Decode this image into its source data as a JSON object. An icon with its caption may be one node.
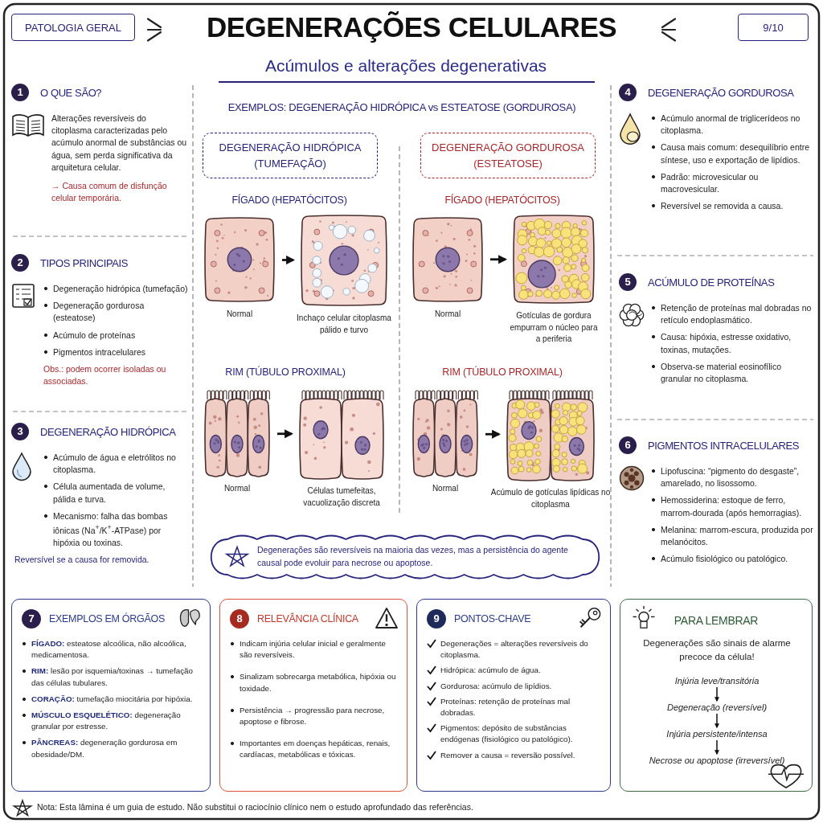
{
  "diagram": {
    "title": "DEGENERAÇÕES CELULARES",
    "nodes": [
      {
        "text": [
          "PATOLOGIA GERAL"
        ]
      },
      {
        "text": [
          "9/10"
        ]
      },
      {
        "text": [
          "DEGENERAÇÃO HIDRÓPICA (TUMEFAÇÃO)"
        ]
      },
      {
        "text": [
          "DEGENERAÇÃO GORDUROSA (ESTEATOSE)"
        ]
      },
      {
        "text": [],
        "shape": "picture",
        "beside": [
          "Normal"
        ]
      },
      {
        "text": [],
        "shape": "picture",
        "beside": [
          "Inchaço celular citoplasma pálido e turvo"
        ]
      },
      {
        "text": [],
        "shape": "picture",
        "beside": [
          "Normal"
        ]
      },
      {
        "text": [],
        "shape": "picture",
        "beside": [
          "Células tumefeitas, vacuolização discreta"
        ]
      },
      {
        "text": [],
        "shape": "picture",
        "beside": [
          "Normal"
        ]
      },
      {
        "text": [],
        "shape": "picture",
        "beside": [
          "Gotículas de gordura empurram o núcleo para a periferia"
        ]
      },
      {
        "text": [],
        "shape": "picture",
        "beside": [
          "Normal"
        ]
      },
      {
        "text": [],
        "shape": "picture",
        "beside": [
          "Acúmulo de gotículas lipídicas no citoplasma"
        ]
      },
      {
        "text": [
          "Degenerações são reversíveis na maioria das vezes, mas a persistência do agente causal pode evoluir para necrose ou apoptose."
        ]
      },
      {
        "text": [
          "7",
          "EXEMPLOS EM ÓRGÃOS",
          "**FÍGADO:** esteatose alcoólica, não alcoólica, medicamentosa.",
          "**RIM:** lesão por isquemia/toxinas → tumefação das células tubulares.",
          "**CORAÇÃO:** tumefação miocitária por hipóxia.",
          "**MÚSCULO ESQUELÉTICO:** degeneração granular por estresse.",
          "**PÂNCREAS:** degeneração gordurosa em obesidade/DM."
        ]
      },
      {
        "text": [
          "8",
          "RELEVÂNCIA CLÍNICA",
          "Indicam injúria celular inicial e geralmente são reversíveis.",
          "Sinalizam sobrecarga metabólica, hipóxia ou toxidade.",
          "Persistência → progressão para necrose, apoptose e fibrose.",
          "Importantes em doenças hepáticas, renais, cardíacas, metabólicas e tóxicas."
        ]
      },
      {
        "text": [
          "9",
          "PONTOS-CHAVE",
          "Degenerações = alterações reversíveis do citoplasma.",
          "Hidrópica: acúmulo de água.",
          "Gordurosa: acúmulo de lipídios.",
          "Proteínas: retenção de proteínas mal dobradas.",
          "Pigmentos: depósito de substâncias endógenas (fisiológico ou patológico).",
          "Remover a causa = reversão possível."
        ]
      },
      {
        "text": [
          "PARA LEMBRAR",
          "Degenerações são sinais de alarme precoce da célula!"
        ]
      },
      {
        "text": [
          "Injúria leve/transitória"
        ],
        "in": 16
      },
      {
        "text": [
          "Degeneração (reversível)"
        ],
        "in": 16
      },
      {
        "text": [
          "Injúria persistente/intensa"
        ],
        "in": 16
      },
      {
        "text": [
          "Necrose ou apoptose (irreversível)"
        ],
        "in": 16
      }
    ],
    "edges": [
      {
        "from": 4,
        "to": 5,
        "arrow": "to"
      },
      {
        "from": 6,
        "to": 7,
        "arrow": "to"
      },
      {
        "from": 8,
        "to": 9,
        "arrow": "to"
      },
      {
        "from": 10,
        "to": 11,
        "arrow": "to"
      },
      {
        "from": 17,
        "to": 18,
        "arrow": "to"
      },
      {
        "from": 18,
        "to": 19,
        "arrow": "to"
      },
      {
        "from": 19,
        "to": 20,
        "arrow": "to"
      }
    ],
    "labels": [
      "Acúmulos e alterações degenerativas",
      "1",
      "O QUE SÃO?",
      "Alterações reversíveis do citoplasma caracterizadas pelo acúmulo anormal de substâncias ou água, sem perda significativa da arquitetura celular.",
      "→ Causa comum de disfunção celular temporária.",
      "2",
      "TIPOS PRINCIPAIS",
      "Degeneração hidrópica (tumefação)",
      "Degeneração gordurosa (esteatose)",
      "Acúmulo de proteínas",
      "Pigmentos intracelulares",
      "Obs.: podem ocorrer isoladas ou associadas.",
      "3",
      "DEGENERAÇÃO HIDRÓPICA",
      "Acúmulo de água e eletrólitos no citoplasma.",
      "Célula aumentada de volume, pálida e turva.",
      "Mecanismo: falha das bombas iônicas (Na$^{+}$/K$^{+}$-ATPase) por hipóxia ou toxinas.",
      "Reversível se a causa for removida.",
      "EXEMPLOS: DEGENERAÇÃO HIDRÓPICA vs ESTEATOSE (GORDUROSA)",
      "FÍGADO (HEPATÓCITOS)",
      "RIM (TÚBULO PROXIMAL)",
      "FÍGADO (HEPATÓCITOS)",
      "RIM (TÚBULO PROXIMAL)",
      "4",
      "DEGENERAÇÃO GORDUROSA",
      "Acúmulo anormal de triglicerídeos no citoplasma.",
      "Causa mais comum: desequilíbrio entre síntese, uso e exportação de lipídios.",
      "Padrão: microvesicular ou macrovesicular.",
      "Reversível se removida a causa.",
      "5",
      "ACÚMULO DE PROTEÍNAS",
      "Retenção de proteínas mal dobradas no retículo endoplasmático.",
      "Causa: hipóxia, estresse oxidativo, toxinas, mutações.",
      "Observa-se material eosinofílico granular no citoplasma.",
      "6",
      "PIGMENTOS INTRACELULARES",
      "Lipofuscina: “pigmento do desgaste”, amarelado, no lisossomo.",
      "Hemossiderina: estoque de ferro, marrom-dourada (após hemorragias).",
      "Melanina: marrom-escura, produzida por melanócitos.",
      "Acúmulo fisiológico ou patológico.",
      "Nota: Esta lâmina é um guia de estudo. Não substitui o raciocínio clínico nem o estudo aprofundado das referências."
    ]
  }
}
